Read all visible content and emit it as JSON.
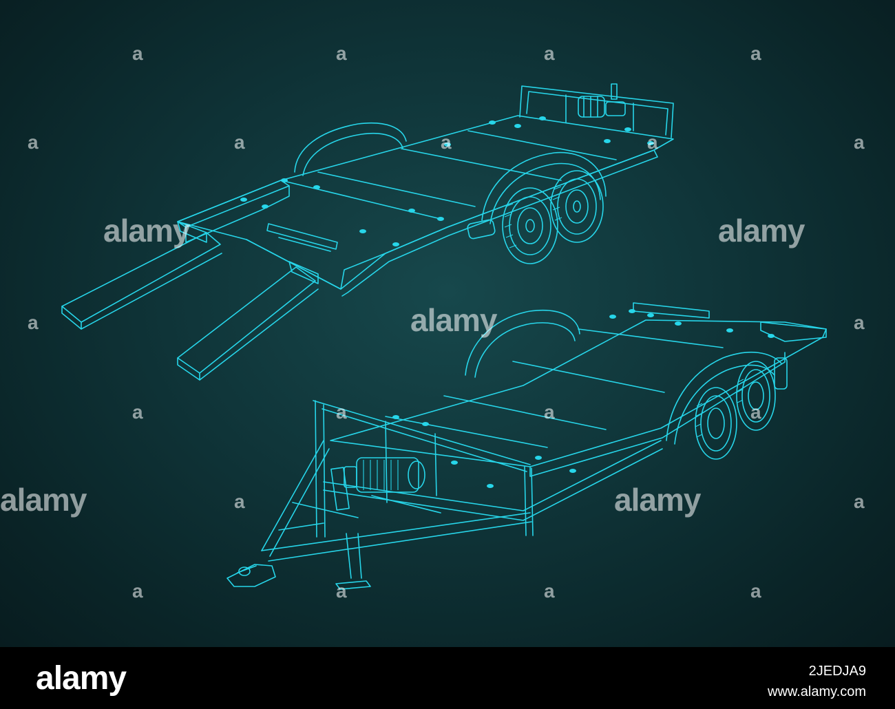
{
  "watermark": {
    "brand": "alamy",
    "mark": "a"
  },
  "footer": {
    "logo": "alamy",
    "image_id": "2JEDJA9",
    "url": "www.alamy.com"
  },
  "colors": {
    "line": "#27d6ea",
    "background": "#0f3438",
    "footer": "#000000"
  }
}
